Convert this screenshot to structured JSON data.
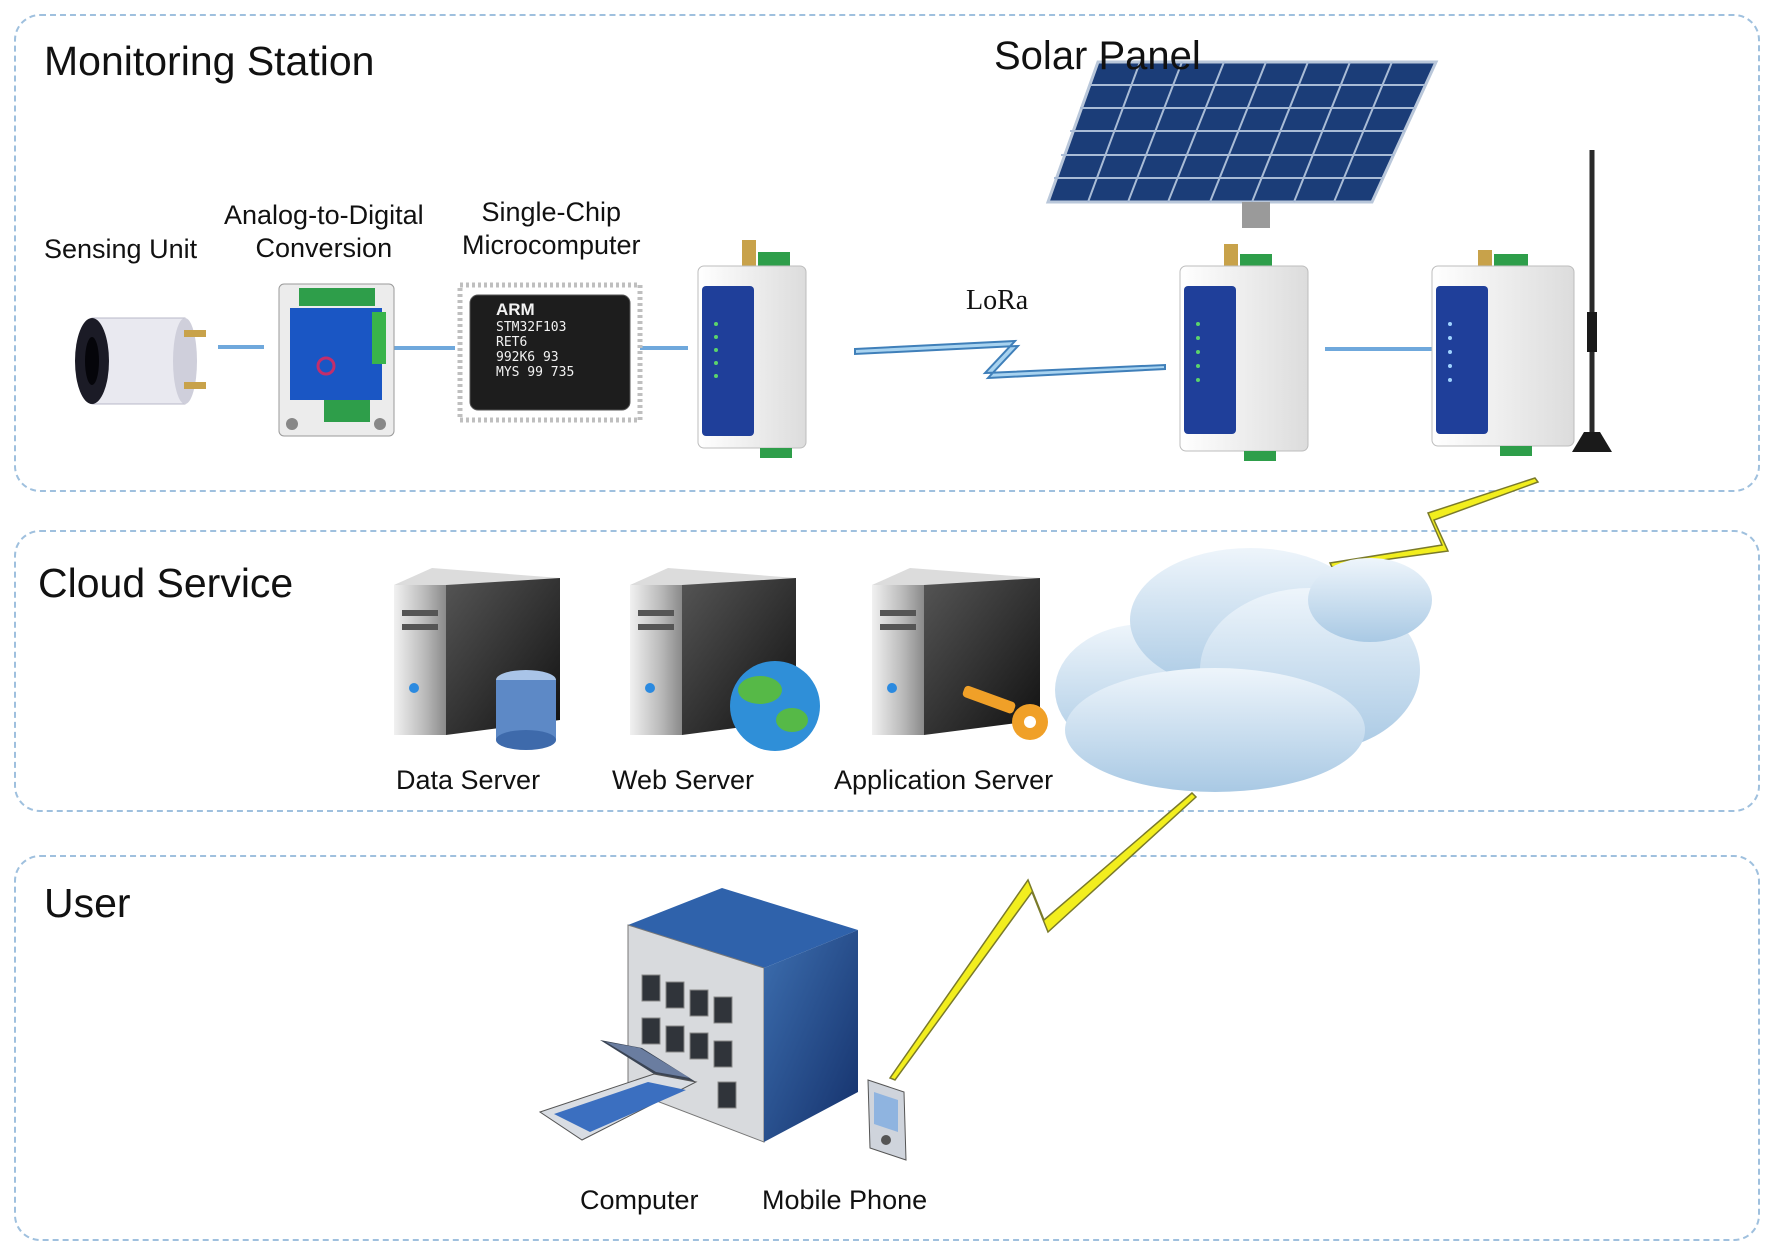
{
  "sections": {
    "monitoring_station": "Monitoring Station",
    "cloud_service": "Cloud Service",
    "user": "User"
  },
  "components": {
    "solar_panel": "Solar Panel",
    "sensing_unit": "Sensing Unit",
    "adc_line1": "Analog-to-Digital",
    "adc_line2": "Conversion",
    "mcu_line1": "Single-Chip",
    "mcu_line2": "Microcomputer",
    "lora": "LoRa"
  },
  "chip": {
    "brand": "ARM",
    "line1": "STM32F103",
    "line2": "RET6",
    "line3": "992K6 93",
    "line4": "MYS 99 735"
  },
  "servers": {
    "data": "Data Server",
    "web": "Web Server",
    "application": "Application Server"
  },
  "devices": {
    "computer": "Computer",
    "mobile": "Mobile Phone"
  },
  "colors": {
    "panel_border": "#9fc0de",
    "link_line": "#6fa8dc",
    "wireless_bolt": "#f2ee1e",
    "module_blue": "#1f3f9a"
  }
}
